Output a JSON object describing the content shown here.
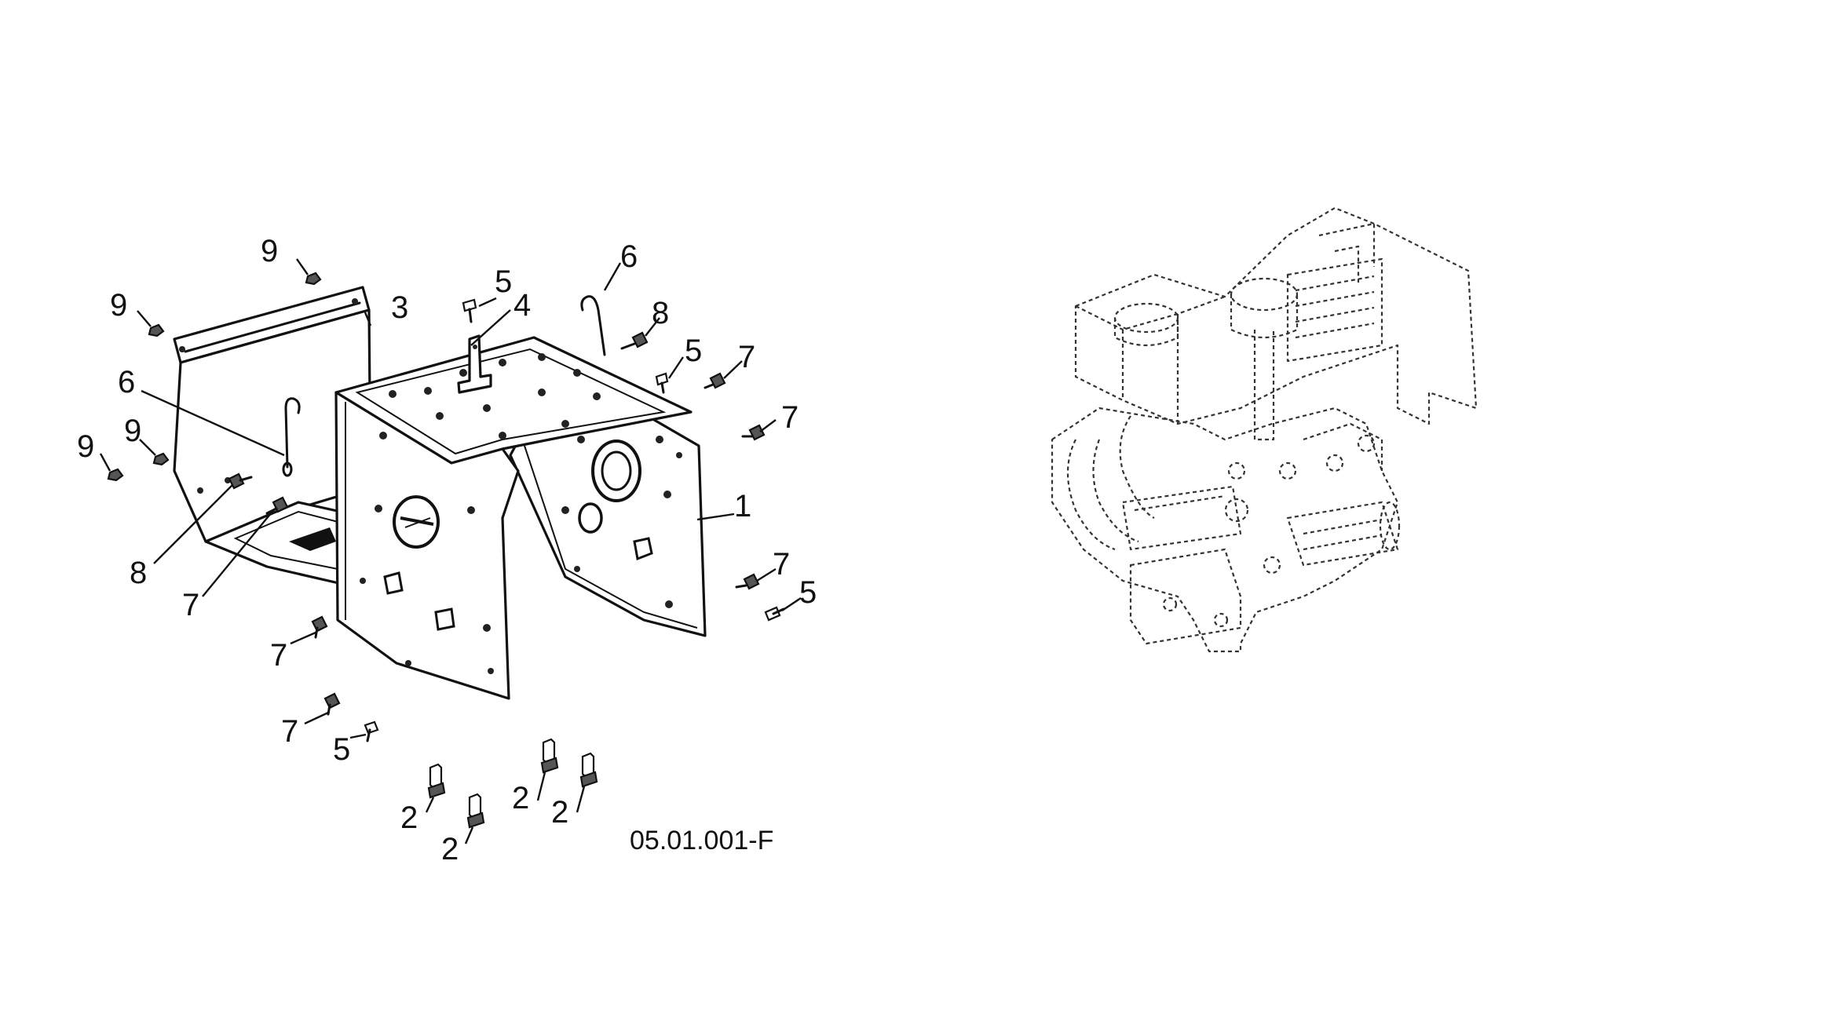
{
  "callouts": {
    "c1": "1",
    "c2a": "2",
    "c2b": "2",
    "c2c": "2",
    "c2d": "2",
    "c3": "3",
    "c4": "4",
    "c5a": "5",
    "c5b": "5",
    "c5c": "5",
    "c5d": "5",
    "c6a": "6",
    "c6b": "6",
    "c7a": "7",
    "c7b": "7",
    "c7c": "7",
    "c7d": "7",
    "c7e": "7",
    "c7f": "7",
    "c8a": "8",
    "c8b": "8",
    "c9a": "9",
    "c9b": "9",
    "c9c": "9",
    "c9d": "9"
  },
  "figure_code": "05.01.001-F"
}
